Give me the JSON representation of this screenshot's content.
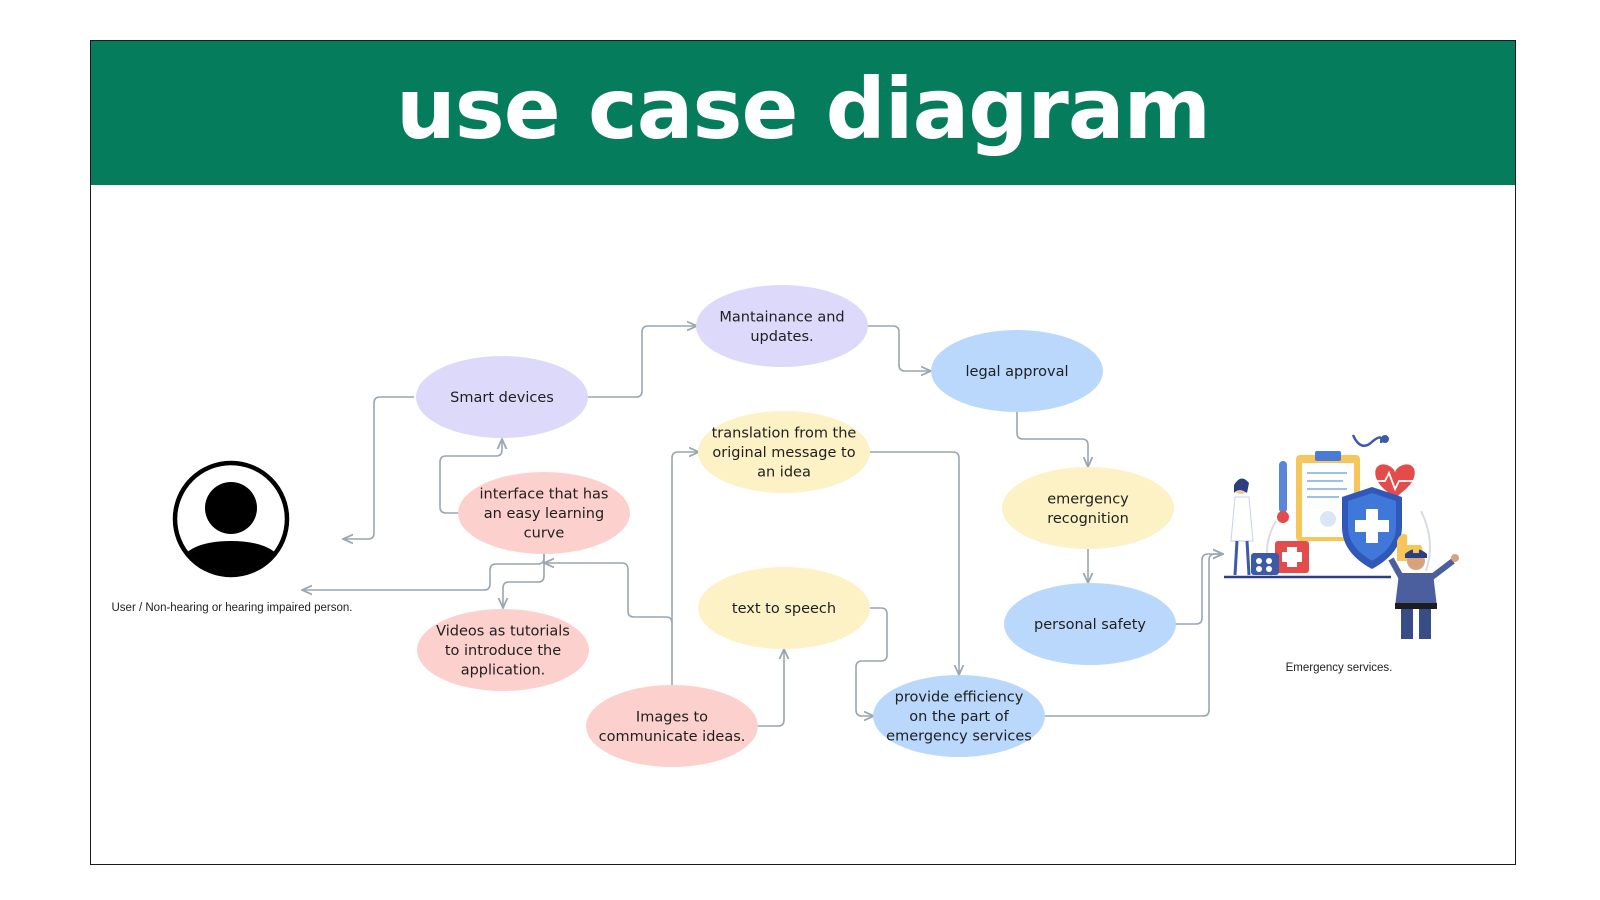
{
  "title": "use case diagram",
  "colors": {
    "banner": "#057c5b",
    "purple": "#dcd9fb",
    "pink": "#fcd1cd",
    "yellow": "#fdf1c6",
    "blue": "#b9d8fb",
    "connector": "#9aa6b2"
  },
  "actors": {
    "user": {
      "label": "User / Non-hearing or hearing impaired person.",
      "icon": "user-avatar-icon"
    },
    "emergency": {
      "label": "Emergency services.",
      "icon": "emergency-services-illustration"
    }
  },
  "use_cases": {
    "smart_devices": {
      "lines": [
        "Smart devices"
      ],
      "color": "purple"
    },
    "maintenance": {
      "lines": [
        "Mantainance and",
        "updates."
      ],
      "color": "purple"
    },
    "legal": {
      "lines": [
        "legal approval"
      ],
      "color": "blue"
    },
    "interface": {
      "lines": [
        "interface that has",
        "an easy learning",
        "curve"
      ],
      "color": "pink"
    },
    "translation": {
      "lines": [
        "translation from the",
        "original message to",
        "an idea"
      ],
      "color": "yellow"
    },
    "emergency_recognition": {
      "lines": [
        "emergency",
        "recognition"
      ],
      "color": "yellow"
    },
    "videos": {
      "lines": [
        "Videos as tutorials",
        "to introduce the",
        "application."
      ],
      "color": "pink"
    },
    "tts": {
      "lines": [
        "text to speech"
      ],
      "color": "yellow"
    },
    "personal_safety": {
      "lines": [
        "personal safety"
      ],
      "color": "blue"
    },
    "images": {
      "lines": [
        "Images to",
        "communicate ideas."
      ],
      "color": "pink"
    },
    "efficiency": {
      "lines": [
        "provide efficiency",
        "on the part of",
        "emergency services"
      ],
      "color": "blue"
    }
  }
}
